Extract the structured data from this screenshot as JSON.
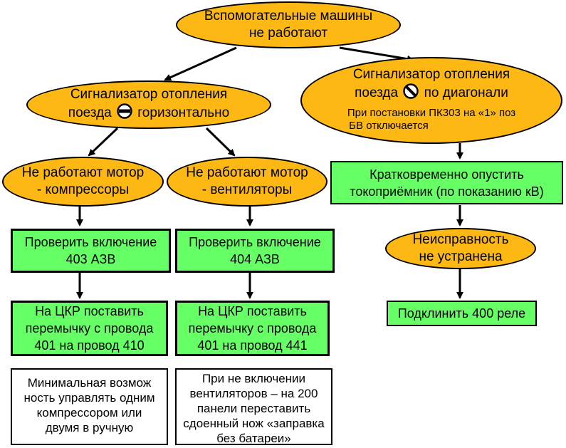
{
  "root": {
    "line1": "Вспомогательные машины",
    "line2": "не работают"
  },
  "left_signal": {
    "line1": "Сигнализатор отопления",
    "before_icon": "поезда",
    "after_icon": "горизонтально"
  },
  "right_signal": {
    "line1": "Сигнализатор отопления",
    "before_icon": "поезда",
    "after_icon": "по диагонали",
    "note_line1": "При постановки ПК303 на «1» поз",
    "note_line2": "БВ отключается"
  },
  "compressors": {
    "fault_line1": "Не работают мотор",
    "fault_line2": "- компрессоры",
    "check_line1": "Проверить включение",
    "check_line2": "403  АЗВ",
    "jumper_line1": "На ЦКР поставить",
    "jumper_line2": "перемычку с провода",
    "jumper_line3": "401 на провод 410",
    "note_line1": "Минимальная возмож",
    "note_line2": "ность управлять одним",
    "note_line3": "компрессором или",
    "note_line4": "двумя в ручную"
  },
  "fans": {
    "fault_line1": "Не работают мотор",
    "fault_line2": "- вентиляторы",
    "check_line1": "Проверить включение",
    "check_line2": "404  АЗВ",
    "jumper_line1": "На ЦКР поставить",
    "jumper_line2": "перемычку с провода",
    "jumper_line3": "401 на провод 441",
    "note_line1": "При не включении",
    "note_line2": "вентиляторов – на 200",
    "note_line3": "панели переставить",
    "note_line4": "сдоенный нож  «заправка",
    "note_line5": "без батареи»"
  },
  "pantograph": {
    "line1": "Кратковременно опустить",
    "line2": "токоприёмник (по показанию кВ)"
  },
  "not_fixed": {
    "line1": "Неисправность",
    "line2": "не устранена"
  },
  "relay": {
    "label": "Подклинить 400 реле"
  },
  "colors": {
    "decision_fill": "#fdb813",
    "action_fill": "#66ff66",
    "note_fill": "#ffffff",
    "stroke": "#000000"
  },
  "icons": {
    "horizontal": "circle-horizontal-bar-icon",
    "diagonal": "circle-diagonal-bar-icon"
  }
}
